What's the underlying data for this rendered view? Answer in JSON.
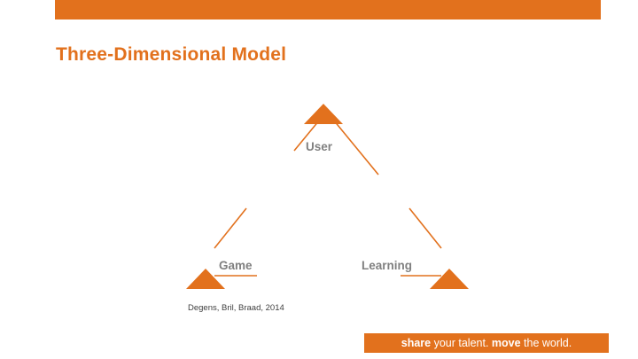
{
  "slide": {
    "title": "Three-Dimensional Model",
    "citation": "Degens, Bril, Braad, 2014",
    "accent_color": "#E2711D",
    "label_color": "#808080"
  },
  "diagram": {
    "type": "triangle-model",
    "nodes": [
      {
        "id": "user",
        "label": "User"
      },
      {
        "id": "game",
        "label": "Game"
      },
      {
        "id": "learning",
        "label": "Learning"
      }
    ]
  },
  "footer": {
    "parts": [
      {
        "text": "share",
        "emphasis": true
      },
      {
        "text": " your talent. ",
        "emphasis": false
      },
      {
        "text": "move",
        "emphasis": true
      },
      {
        "text": " the world.",
        "emphasis": false
      }
    ],
    "full_text": "share your talent. move the world."
  }
}
